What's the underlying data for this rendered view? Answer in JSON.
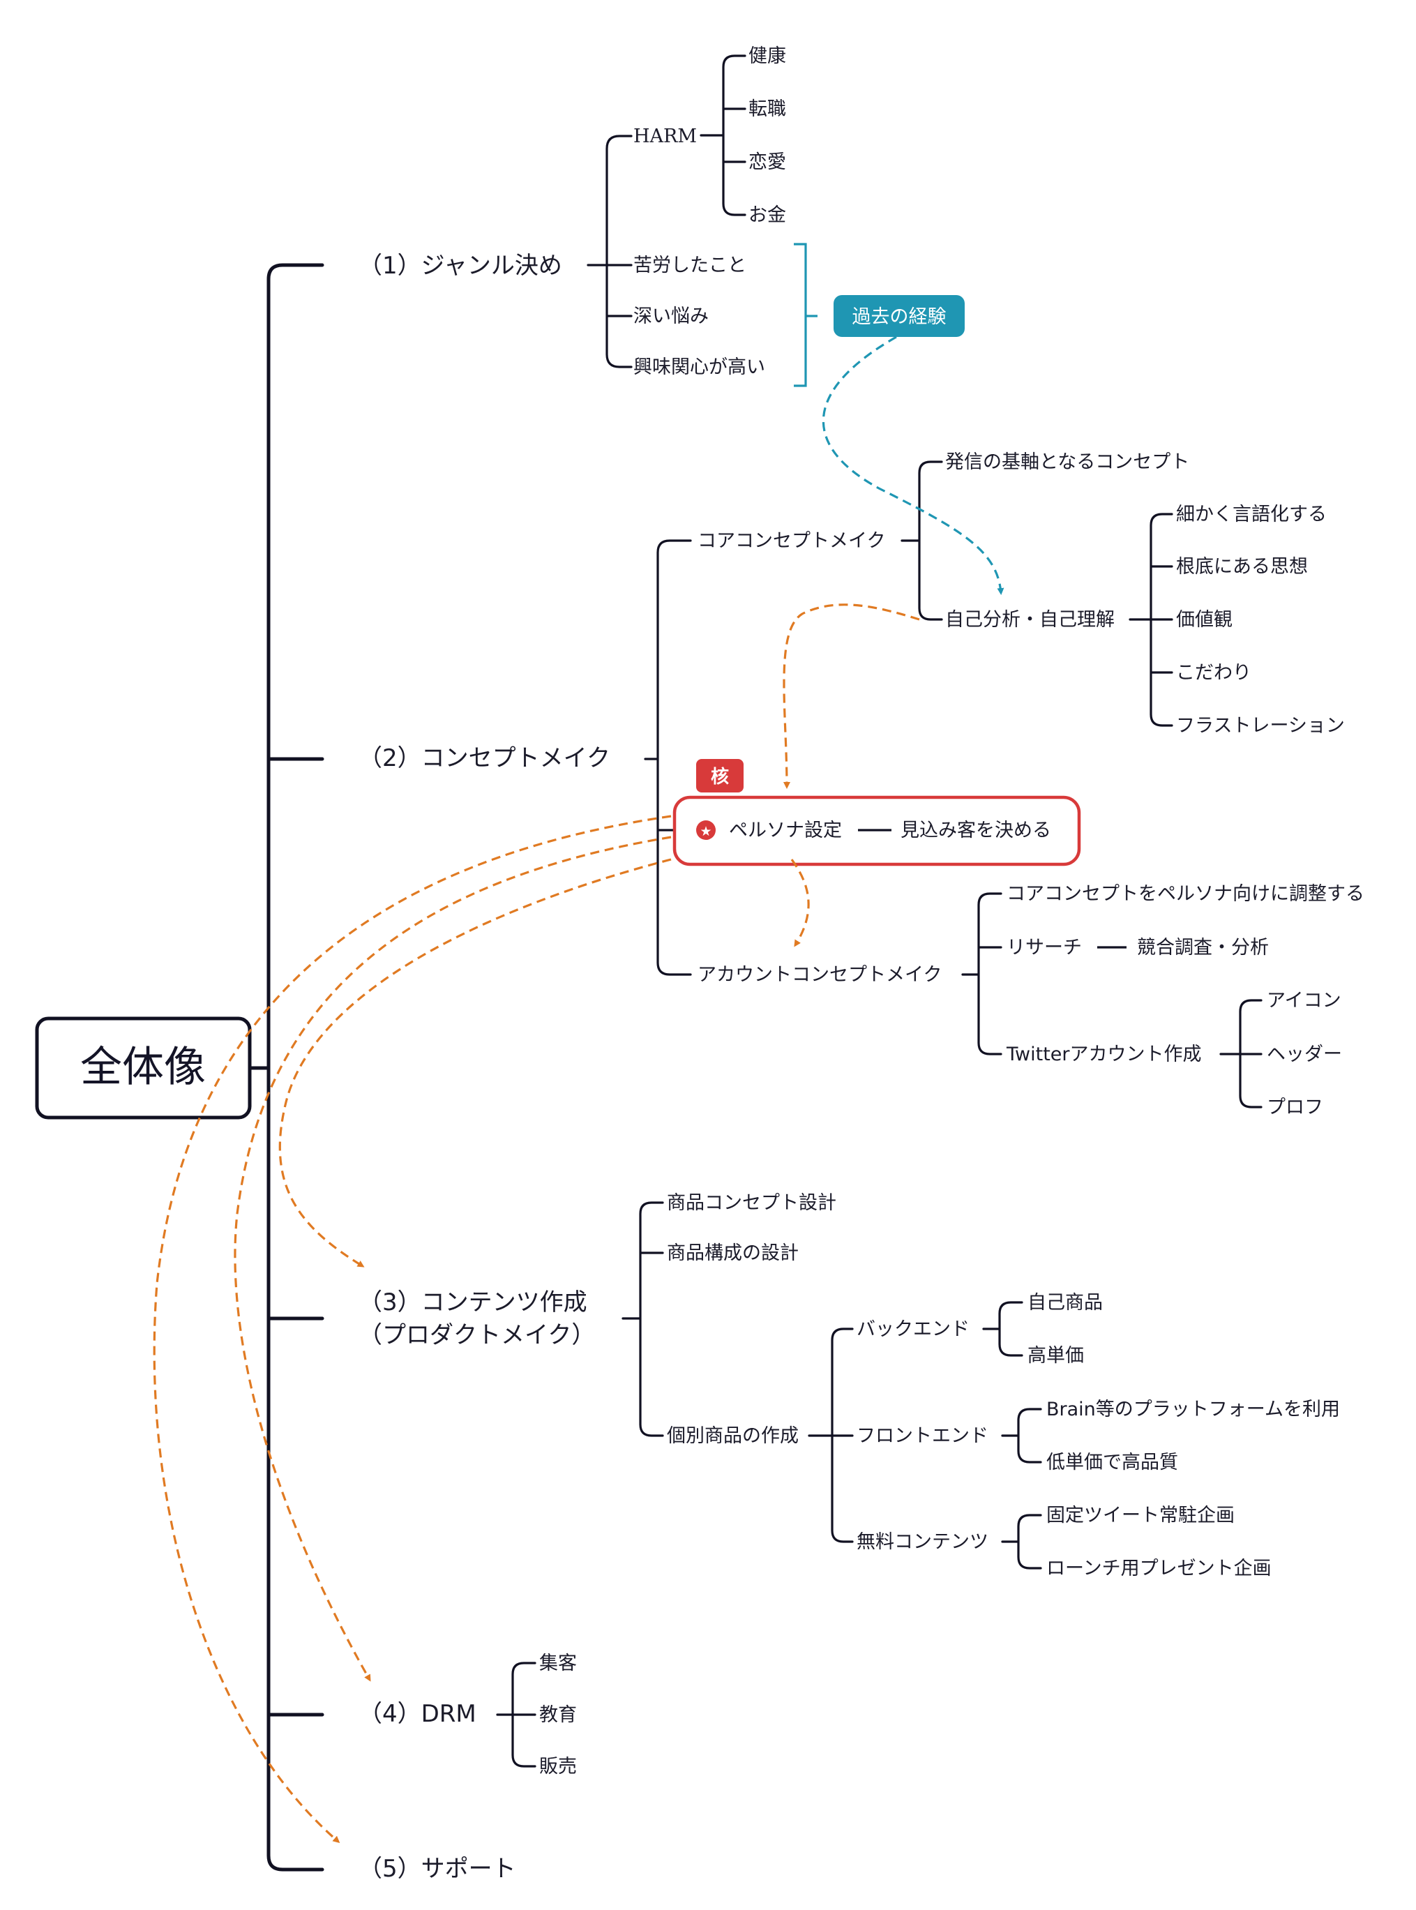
{
  "root": {
    "label": "全体像"
  },
  "genre": {
    "label": "（1）ジャンル決め",
    "harm": {
      "label": "HARM",
      "items": [
        "健康",
        "転職",
        "恋愛",
        "お金"
      ]
    },
    "items": [
      "苦労したこと",
      "深い悩み",
      "興味関心が高い"
    ],
    "callout": "過去の経験"
  },
  "concept": {
    "label": "（2）コンセプトメイク",
    "core": {
      "label": "コアコンセプトメイク",
      "items": [
        "発信の基軸となるコンセプト",
        "自己分析・自己理解"
      ],
      "self_items": [
        "細かく言語化する",
        "根底にある思想",
        "価値観",
        "こだわり",
        "フラストレーション"
      ]
    },
    "persona": {
      "tag": "核",
      "label": "ペルソナ設定",
      "child": "見込み客を決める",
      "marker": "star-icon"
    },
    "account": {
      "label": "アカウントコンセプトメイク",
      "items": [
        "コアコンセプトをペルソナ向けに調整する",
        "リサーチ",
        "Twitterアカウント作成"
      ],
      "research_child": "競合調査・分析",
      "twitter_items": [
        "アイコン",
        "ヘッダー",
        "プロフ"
      ]
    }
  },
  "contents": {
    "label_line1": "（3）コンテンツ作成",
    "label_line2": "（プロダクトメイク）",
    "items": [
      "商品コンセプト設計",
      "商品構成の設計",
      "個別商品の作成"
    ],
    "individual": {
      "items": [
        "バックエンド",
        "フロントエンド",
        "無料コンテンツ"
      ],
      "backend": [
        "自己商品",
        "高単価"
      ],
      "frontend": [
        "Brain等のプラットフォームを利用",
        "低単価で高品質"
      ],
      "free": [
        "固定ツイート常駐企画",
        "ローンチ用プレゼント企画"
      ]
    }
  },
  "drm": {
    "label": "（4）DRM",
    "items": [
      "集客",
      "教育",
      "販売"
    ]
  },
  "support": {
    "label": "（5）サポート"
  },
  "colors": {
    "line": "#111122",
    "orange_arrow": "#e07a22",
    "teal_accent": "#1f96b3",
    "red_accent": "#d83a3a"
  }
}
